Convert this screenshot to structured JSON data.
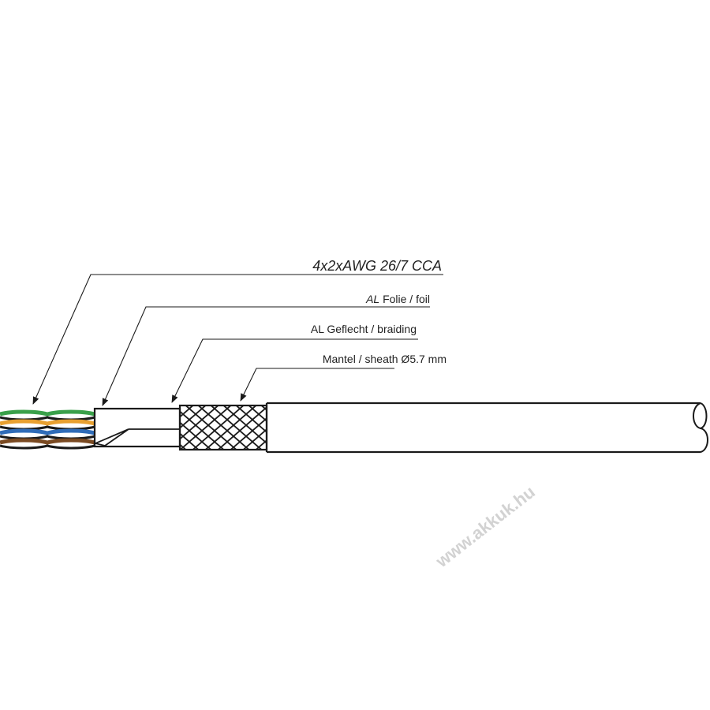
{
  "labels": {
    "conductors": "4x2xAWG 26/7 CCA",
    "foil_prefix": "AL",
    "foil_rest": " Folie / foil",
    "braiding": "AL Geflecht / braiding",
    "sheath": "Mantel / sheath Ø5.7 mm"
  },
  "watermark": "www.akkuk.hu",
  "colors": {
    "pair1": "#3aa04a",
    "pair2": "#e8a030",
    "pair3": "#2f6cb8",
    "pair4": "#7a4a22",
    "line": "#1a1a1a"
  }
}
